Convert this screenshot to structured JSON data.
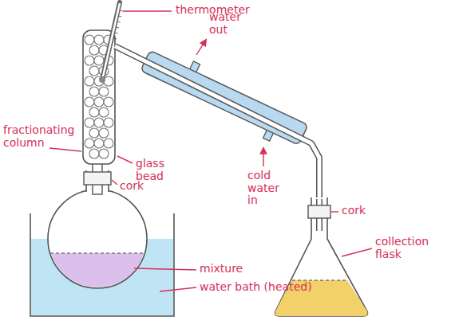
{
  "diagram": {
    "labels": [
      "thermometer",
      "water out",
      "fractionating column",
      "glass bead",
      "cork",
      "cold water in",
      "cork",
      "collection flask",
      "mixture",
      "water bath (heated)"
    ]
  }
}
